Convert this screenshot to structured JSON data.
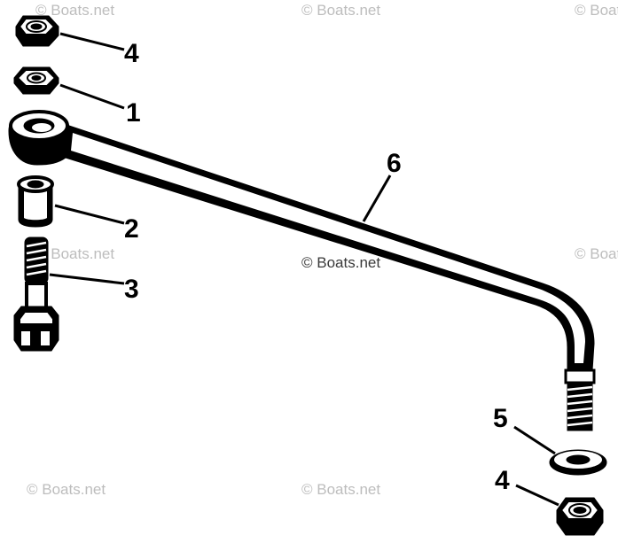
{
  "callouts": {
    "nut_top": "4",
    "washer_top": "1",
    "bushing": "2",
    "bolt": "3",
    "tie_bar": "6",
    "washer_bottom": "5",
    "nut_bottom": "4"
  },
  "watermarks": {
    "text": "© Boats.net",
    "center_text": "© Boats.net"
  },
  "colors": {
    "ink": "#000000",
    "paper": "#ffffff",
    "watermark": "#bdbdbd"
  }
}
